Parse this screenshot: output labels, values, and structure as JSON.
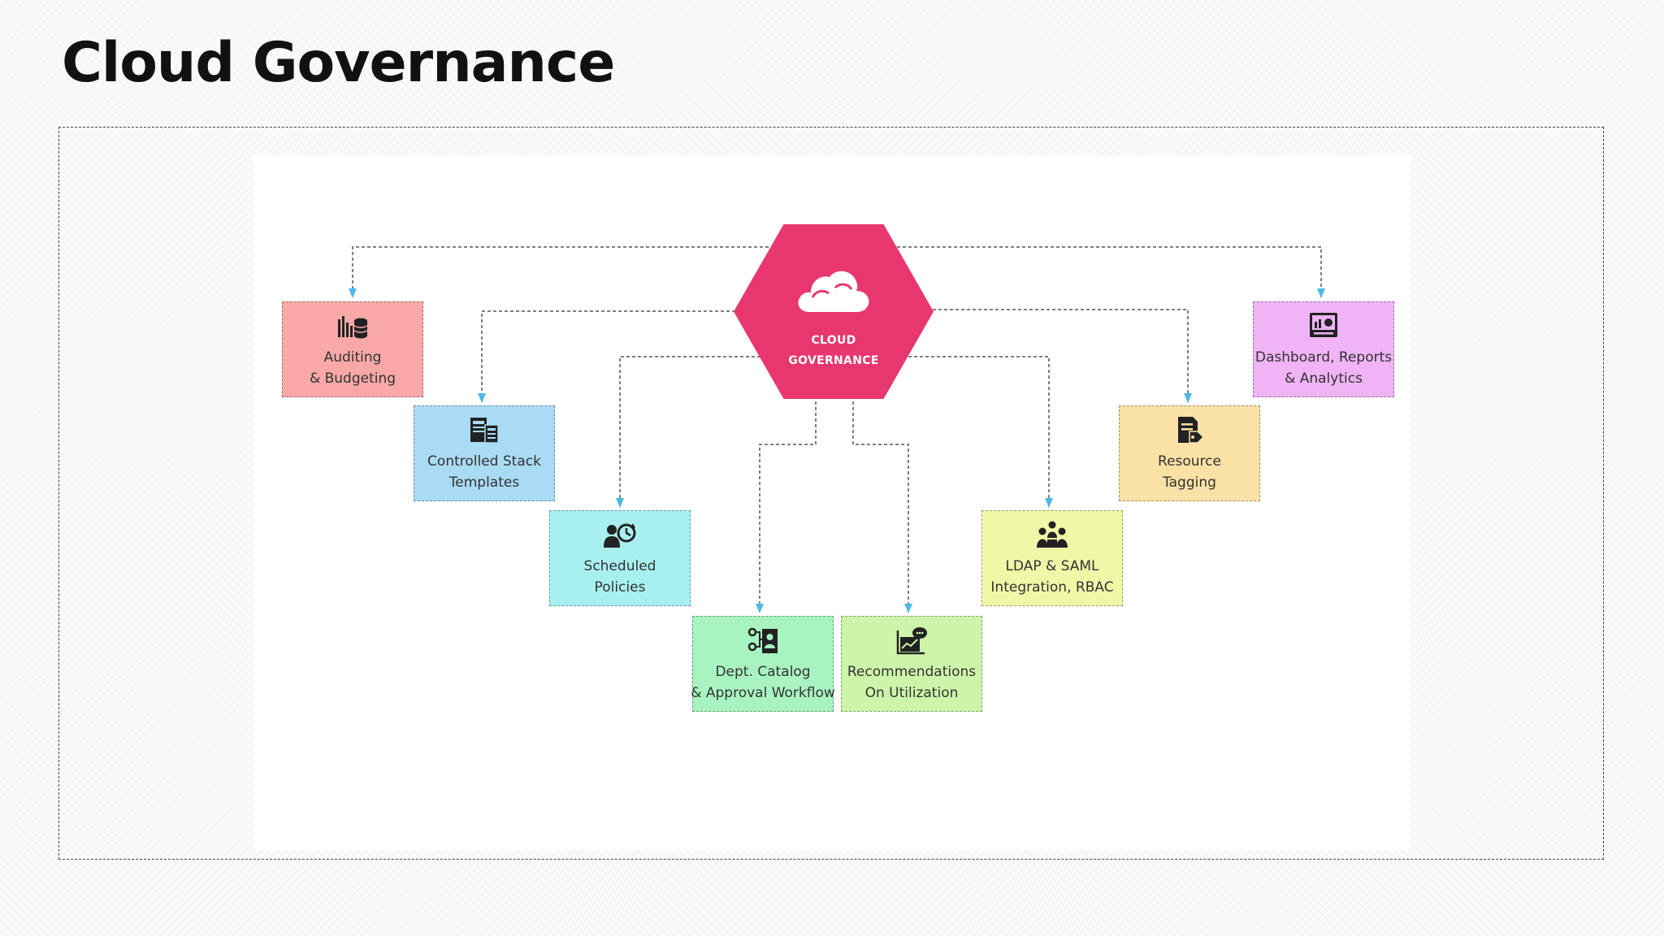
{
  "slide": {
    "title": "Cloud Governance"
  },
  "center": {
    "line1": "CLOUD",
    "line2": "GOVERNANCE",
    "icon": "cloud-icon",
    "color": "#e8376e"
  },
  "connector_color": "#4fb8e6",
  "nodes": [
    {
      "id": "auditing",
      "line1": "Auditing",
      "line2": "& Budgeting",
      "icon": "budget-chart-icon",
      "color": "#f9a8a8"
    },
    {
      "id": "stack-templates",
      "line1": "Controlled Stack",
      "line2": "Templates",
      "icon": "templates-icon",
      "color": "#a9dbf5"
    },
    {
      "id": "scheduled-policies",
      "line1": "Scheduled",
      "line2": "Policies",
      "icon": "user-schedule-icon",
      "color": "#a8f0f0"
    },
    {
      "id": "dept-catalog",
      "line1": "Dept. Catalog",
      "line2": "& Approval Workflow",
      "icon": "catalog-workflow-icon",
      "color": "#a8f3c0"
    },
    {
      "id": "recommendations",
      "line1": "Recommendations",
      "line2": "On Utilization",
      "icon": "utilization-chart-icon",
      "color": "#cdf5a9"
    },
    {
      "id": "ldap-saml",
      "line1": "LDAP & SAML",
      "line2": "Integration, RBAC",
      "icon": "user-group-icon",
      "color": "#f0f8a8"
    },
    {
      "id": "resource-tagging",
      "line1": "Resource",
      "line2": "Tagging",
      "icon": "tag-document-icon",
      "color": "#fae1a6"
    },
    {
      "id": "dashboard",
      "line1": "Dashboard, Reports",
      "line2": "& Analytics",
      "icon": "dashboard-icon",
      "color": "#f0b3f5"
    }
  ]
}
